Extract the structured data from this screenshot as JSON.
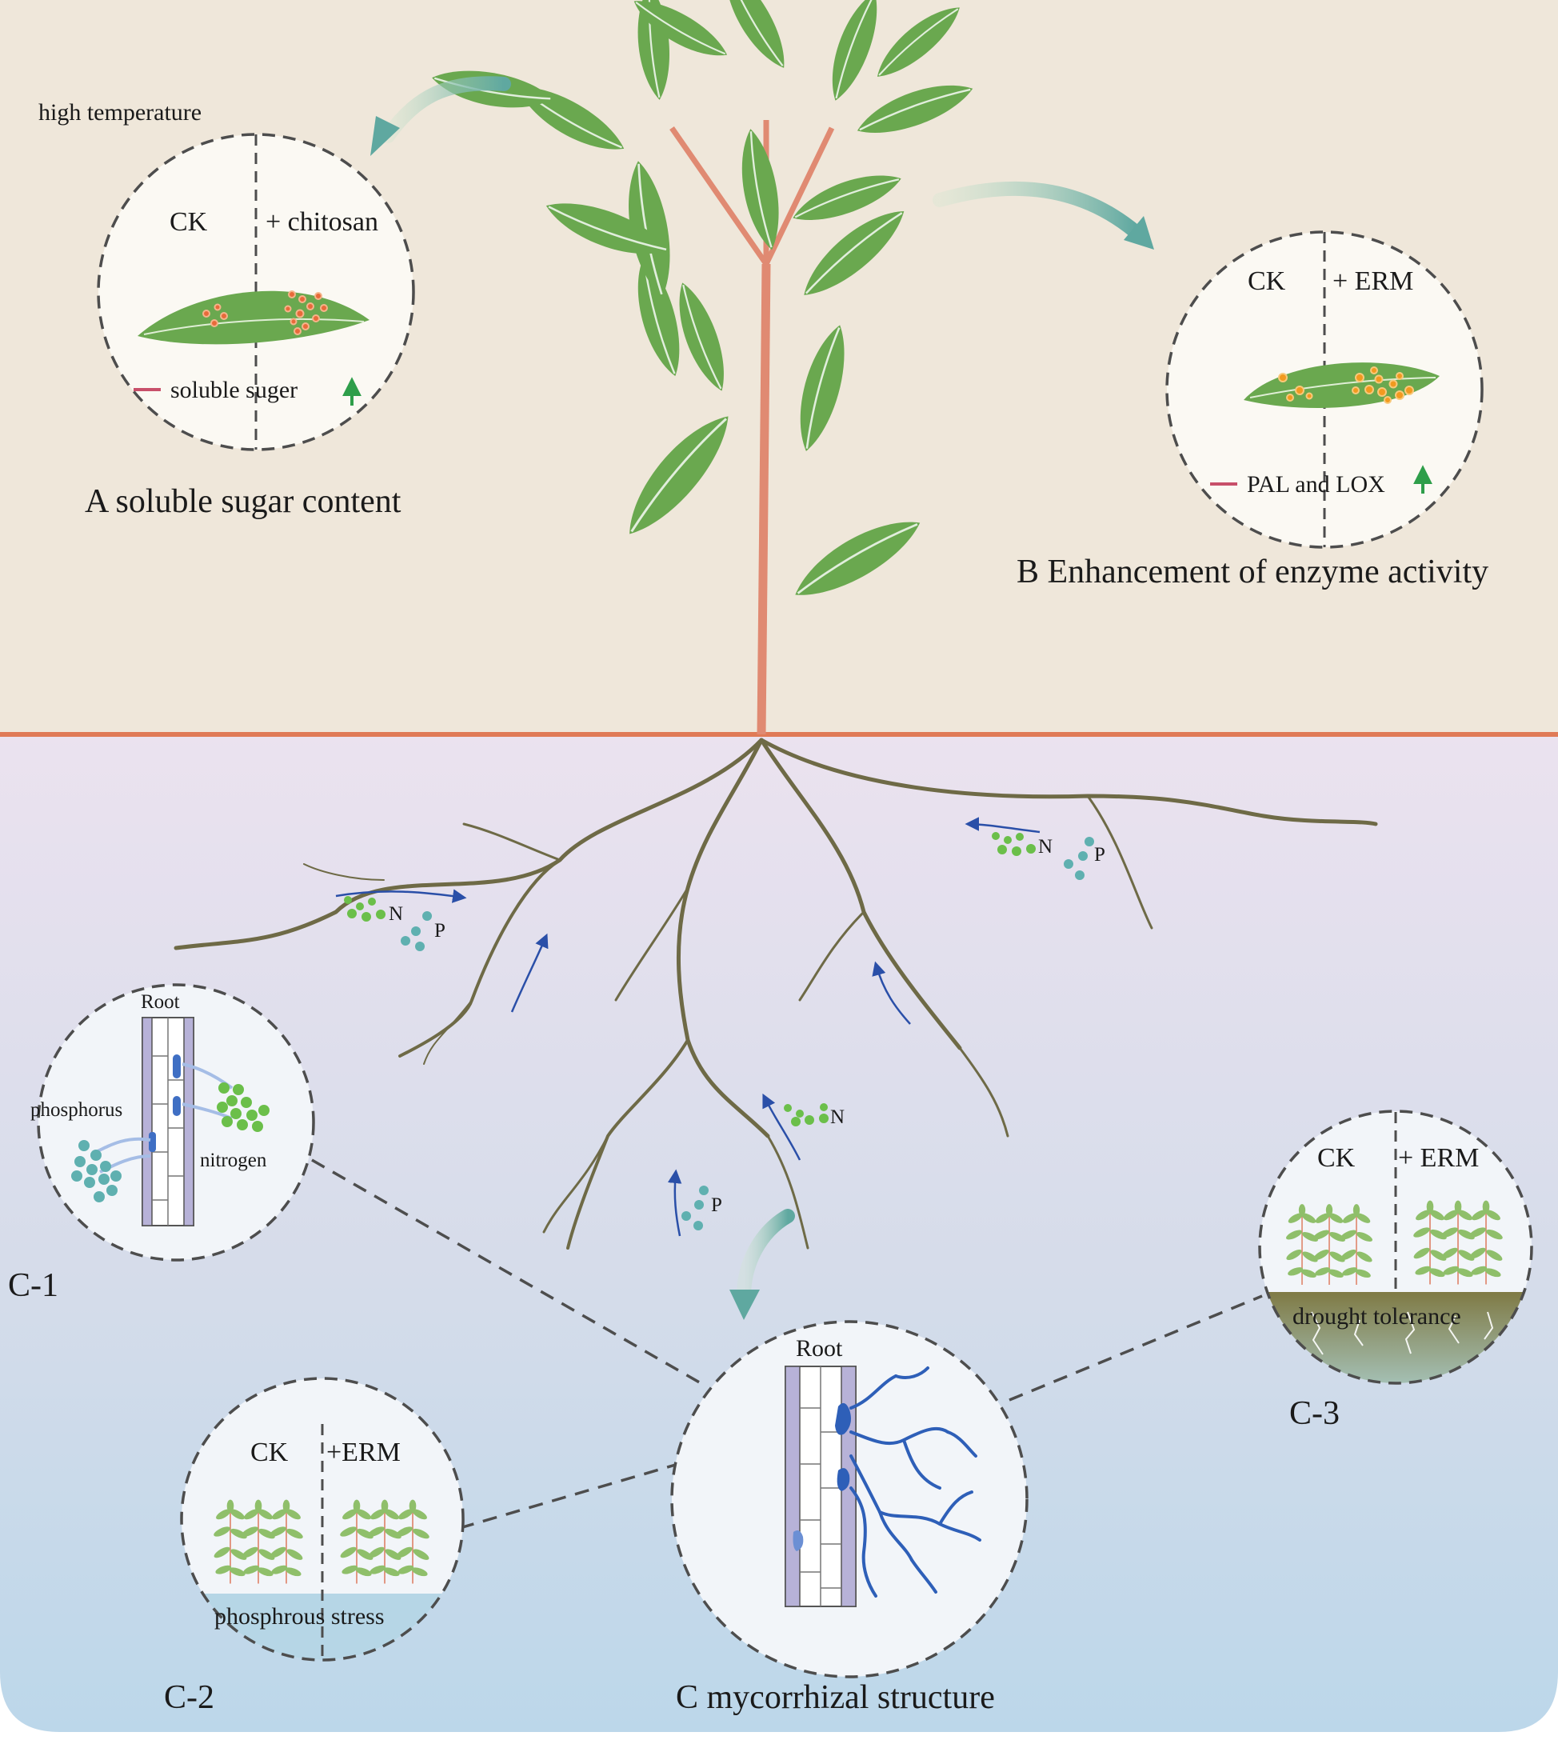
{
  "colors": {
    "sky": "#efe7da",
    "soil_top": "#ebe2ef",
    "soil_bottom": "#bcd7ea",
    "ground_line": "#e07a56",
    "root": "#6e6a46",
    "stem": "#e08a72",
    "leaf": "#6aa84f",
    "leaf_light": "#9ccc7a",
    "arrow_teal": "#5fa8a0",
    "flow_arrow": "#2a4fa8",
    "nitrogen": "#6bbf4a",
    "phosphorus": "#5fb0b0",
    "hypha": "#2e5fb8",
    "decrease_mark": "#c8506a",
    "increase_arrow": "#2e9e4a"
  },
  "panel_a": {
    "condition": "high temperature",
    "left_label": "CK",
    "right_label": "+  chitosan",
    "measure": "soluble suger",
    "caption": "A soluble sugar content"
  },
  "panel_b": {
    "left_label": "CK",
    "right_label": "+ ERM",
    "measure": "PAL and LOX",
    "caption": "B Enhancement of enzyme activity"
  },
  "nutrients": {
    "nitrogen_symbol": "N",
    "phosphorus_symbol": "P"
  },
  "panel_c1": {
    "root_label": "Root",
    "phosphorus_label": "phosphorus",
    "nitrogen_label": "nitrogen",
    "tag": "C-1"
  },
  "panel_c2": {
    "left_label": "CK",
    "right_label": "+ERM",
    "condition": "phosphrous stress",
    "tag": "C-2"
  },
  "panel_c3": {
    "left_label": "CK",
    "right_label": "+ ERM",
    "condition": "drought tolerance",
    "tag": "C-3"
  },
  "panel_c": {
    "root_label": "Root",
    "caption": "C mycorrhizal structure"
  }
}
